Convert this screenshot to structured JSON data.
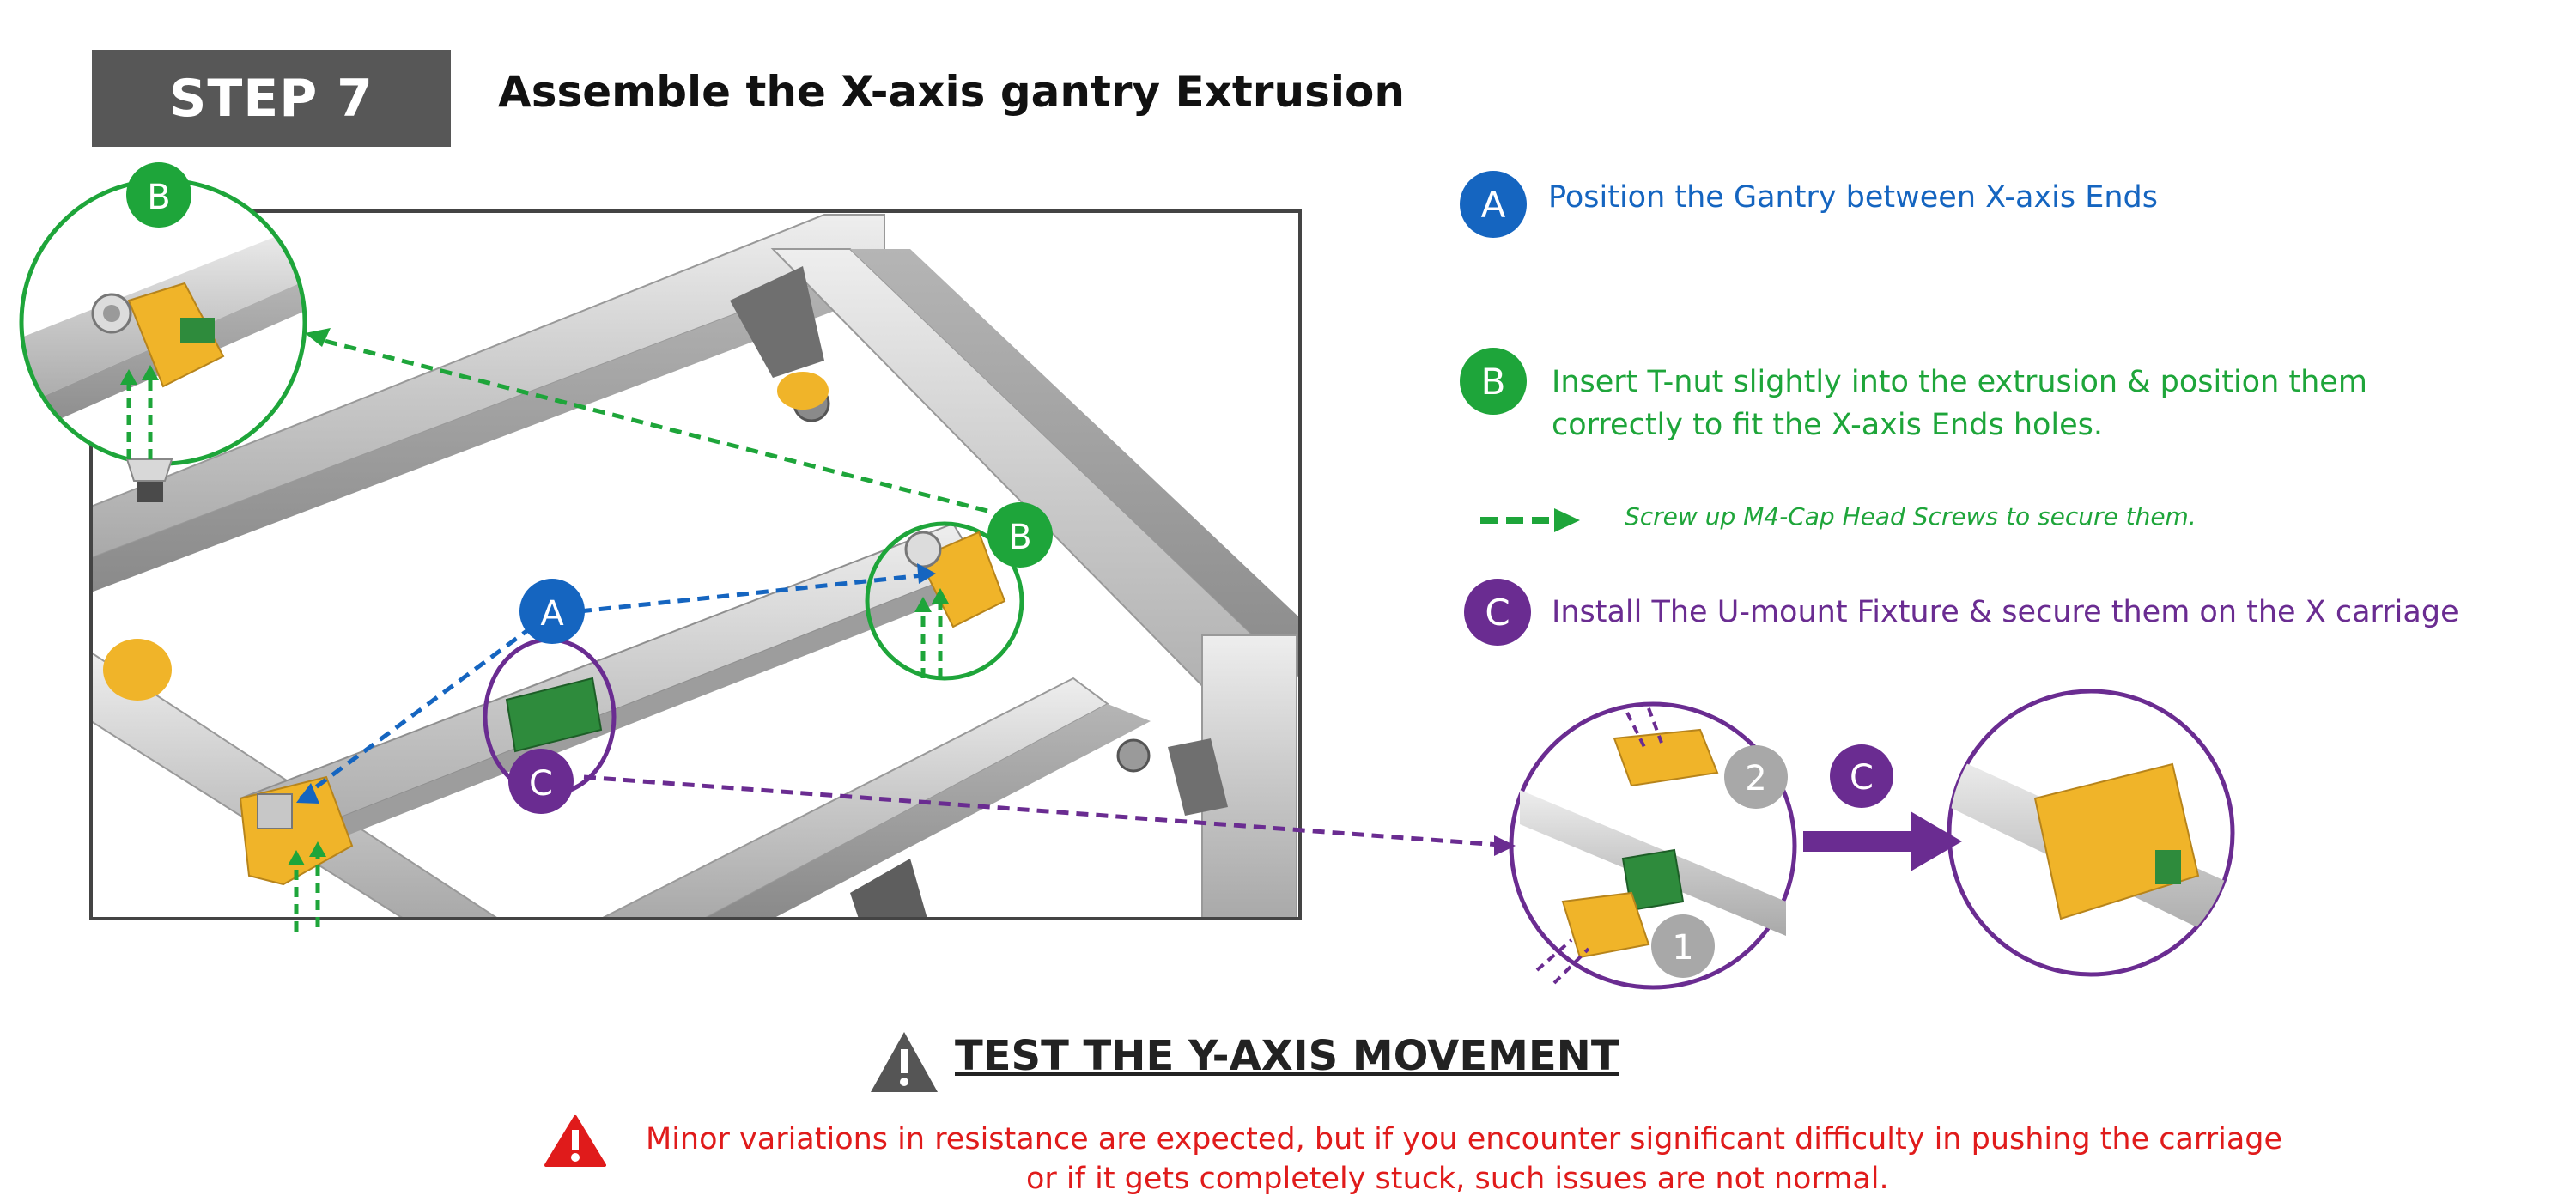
{
  "header": {
    "step_label": "STEP 7",
    "title": "Assemble the X-axis gantry Extrusion"
  },
  "colors": {
    "blue": "#1565c0",
    "green": "#1ea53a",
    "purple": "#6a2c91",
    "red": "#e01b1b",
    "badge_gray": "#575757",
    "part_yellow": "#f0b429",
    "carriage_green": "#2e8b3c"
  },
  "figure_labels": {
    "a": "A",
    "b": "B",
    "c": "C",
    "step_1": "1",
    "step_2": "2"
  },
  "notes": [
    {
      "badge": "A",
      "color": "blue",
      "lines": [
        "Position the Gantry between  X-axis Ends"
      ]
    },
    {
      "badge": "B",
      "color": "green",
      "lines": [
        "Insert T-nut slightly into the extrusion & position them",
        "correctly to fit the X-axis Ends holes."
      ]
    },
    {
      "badge": "C",
      "color": "purple",
      "lines": [
        "Install The U-mount Fixture & secure them on the X carriage"
      ]
    }
  ],
  "legend": {
    "icon": "dashed-arrow-icon",
    "text": "Screw up M4-Cap Head Screws to secure them."
  },
  "warning": {
    "title": "TEST THE Y-AXIS MOVEMENT",
    "title_icon": "warning-triangle-icon",
    "message_icon": "alert-icon",
    "line1": "Minor variations in resistance are expected, but if you encounter significant difficulty in pushing the carriage",
    "line2": "or if it gets completely stuck, such issues are not normal."
  }
}
